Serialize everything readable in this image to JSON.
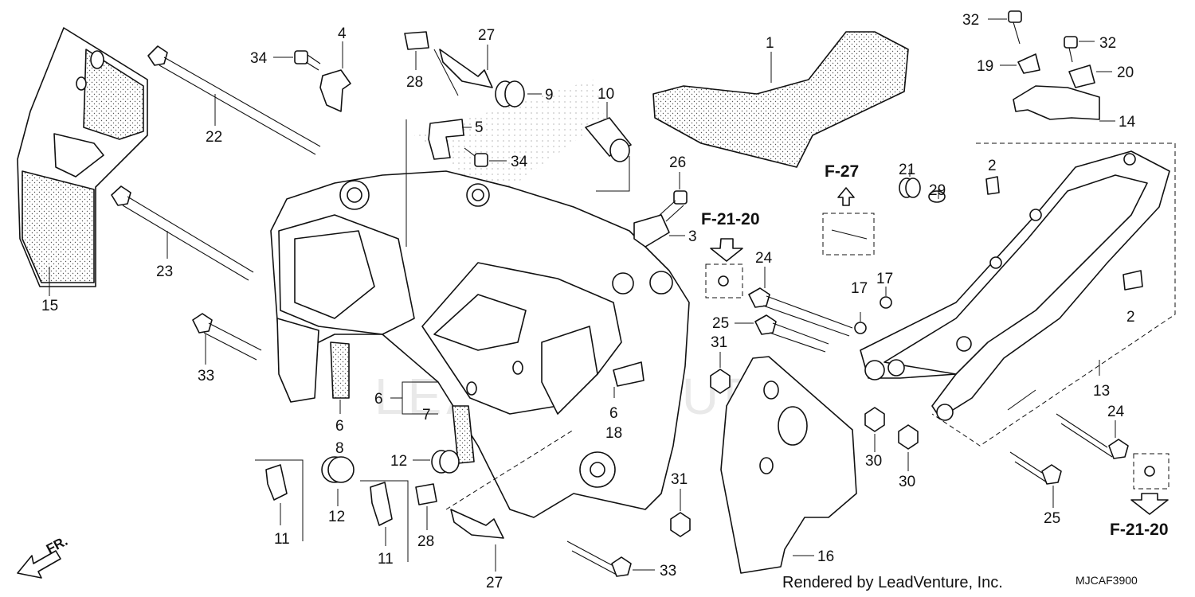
{
  "watermark": "LEADVENTURE",
  "parts": [
    {
      "id": "p1",
      "label": "1"
    },
    {
      "id": "p2a",
      "label": "2"
    },
    {
      "id": "p2b",
      "label": "2"
    },
    {
      "id": "p3",
      "label": "3"
    },
    {
      "id": "p4",
      "label": "4"
    },
    {
      "id": "p5",
      "label": "5"
    },
    {
      "id": "p6a",
      "label": "6"
    },
    {
      "id": "p6b",
      "label": "6"
    },
    {
      "id": "p6c",
      "label": "6"
    },
    {
      "id": "p7",
      "label": "7"
    },
    {
      "id": "p8",
      "label": "8"
    },
    {
      "id": "p9",
      "label": "9"
    },
    {
      "id": "p10",
      "label": "10"
    },
    {
      "id": "p11a",
      "label": "11"
    },
    {
      "id": "p11b",
      "label": "11"
    },
    {
      "id": "p12a",
      "label": "12"
    },
    {
      "id": "p12b",
      "label": "12"
    },
    {
      "id": "p13",
      "label": "13"
    },
    {
      "id": "p14",
      "label": "14"
    },
    {
      "id": "p15",
      "label": "15"
    },
    {
      "id": "p16",
      "label": "16"
    },
    {
      "id": "p17a",
      "label": "17"
    },
    {
      "id": "p17b",
      "label": "17"
    },
    {
      "id": "p18",
      "label": "18"
    },
    {
      "id": "p19",
      "label": "19"
    },
    {
      "id": "p20",
      "label": "20"
    },
    {
      "id": "p21",
      "label": "21"
    },
    {
      "id": "p22",
      "label": "22"
    },
    {
      "id": "p23",
      "label": "23"
    },
    {
      "id": "p24a",
      "label": "24"
    },
    {
      "id": "p24b",
      "label": "24"
    },
    {
      "id": "p25a",
      "label": "25"
    },
    {
      "id": "p25b",
      "label": "25"
    },
    {
      "id": "p26",
      "label": "26"
    },
    {
      "id": "p27a",
      "label": "27"
    },
    {
      "id": "p27b",
      "label": "27"
    },
    {
      "id": "p28a",
      "label": "28"
    },
    {
      "id": "p28b",
      "label": "28"
    },
    {
      "id": "p29",
      "label": "29"
    },
    {
      "id": "p30a",
      "label": "30"
    },
    {
      "id": "p30b",
      "label": "30"
    },
    {
      "id": "p31a",
      "label": "31"
    },
    {
      "id": "p31b",
      "label": "31"
    },
    {
      "id": "p32a",
      "label": "32"
    },
    {
      "id": "p32b",
      "label": "32"
    },
    {
      "id": "p33a",
      "label": "33"
    },
    {
      "id": "p33b",
      "label": "33"
    },
    {
      "id": "p34a",
      "label": "34"
    },
    {
      "id": "p34b",
      "label": "34"
    }
  ],
  "references": [
    {
      "id": "ref1",
      "label": "F-21-20"
    },
    {
      "id": "ref2",
      "label": "F-27"
    },
    {
      "id": "ref3",
      "label": "F-21-20"
    }
  ],
  "direction_label": "FR.",
  "credit": "Rendered by LeadVenture, Inc.",
  "diagram_code": "MJCAF3900"
}
